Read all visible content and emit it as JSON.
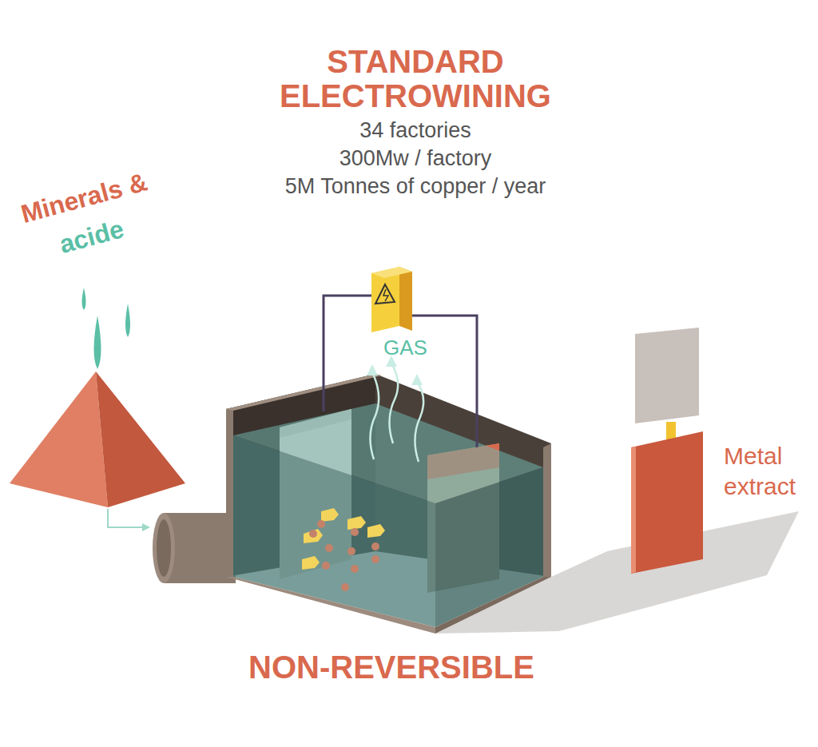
{
  "diagram": {
    "title": "STANDARD ELECTROWINING",
    "caption": "NON-REVERSIBLE",
    "labels": [
      "34 factories",
      "300Mw / factory",
      "5M Tonnes of copper / year",
      "Minerals &",
      "acide",
      "GAS",
      "Metal extract"
    ]
  }
}
